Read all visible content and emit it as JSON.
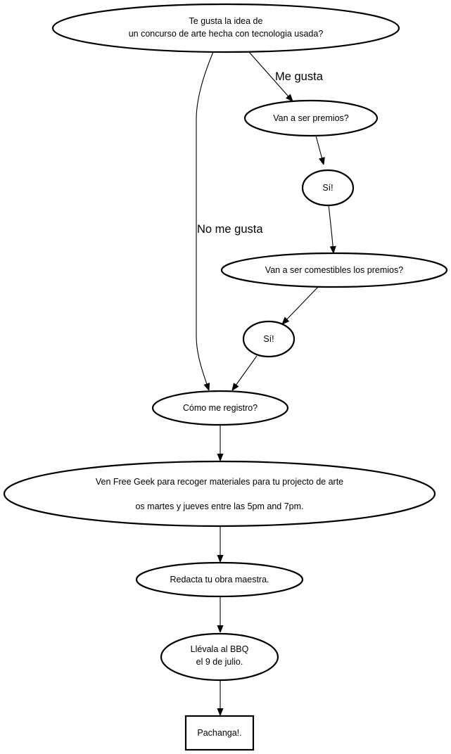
{
  "nodes": {
    "start": {
      "lines": [
        "Te gusta la idea de",
        "un concurso de arte hecha con tecnologia usada?"
      ],
      "shape": "ellipse"
    },
    "prizes_q": {
      "lines": [
        "Van a ser premios?"
      ],
      "shape": "ellipse"
    },
    "yes1": {
      "lines": [
        "Sí!"
      ],
      "shape": "ellipse"
    },
    "edible_q": {
      "lines": [
        "Van a ser comestibles los premios?"
      ],
      "shape": "ellipse"
    },
    "yes2": {
      "lines": [
        "Sí!"
      ],
      "shape": "ellipse"
    },
    "register_q": {
      "lines": [
        "Cómo me registro?"
      ],
      "shape": "ellipse"
    },
    "come_info": {
      "lines": [
        "Ven  Free Geek para recoger materiales para tu projecto de arte",
        "os martes y jueves entre las 5pm and 7pm."
      ],
      "shape": "ellipse"
    },
    "draft": {
      "lines": [
        "Redacta tu obra maestra."
      ],
      "shape": "ellipse"
    },
    "bring": {
      "lines": [
        "Llévala al BBQ",
        "el 9 de julio."
      ],
      "shape": "ellipse"
    },
    "party": {
      "lines": [
        "Pachanga!."
      ],
      "shape": "box"
    }
  },
  "edges": {
    "like": {
      "from": "start",
      "to": "prizes_q",
      "label": "Me gusta"
    },
    "dislike": {
      "from": "start",
      "to": "register_q",
      "label": "No me gusta"
    },
    "prizes_yes": {
      "from": "prizes_q",
      "to": "yes1",
      "label": ""
    },
    "yes_edible": {
      "from": "yes1",
      "to": "edible_q",
      "label": ""
    },
    "edible_yes": {
      "from": "edible_q",
      "to": "yes2",
      "label": ""
    },
    "yes_register": {
      "from": "yes2",
      "to": "register_q",
      "label": ""
    },
    "register_info": {
      "from": "register_q",
      "to": "come_info",
      "label": ""
    },
    "info_draft": {
      "from": "come_info",
      "to": "draft",
      "label": ""
    },
    "draft_bring": {
      "from": "draft",
      "to": "bring",
      "label": ""
    },
    "bring_party": {
      "from": "bring",
      "to": "party",
      "label": ""
    }
  }
}
